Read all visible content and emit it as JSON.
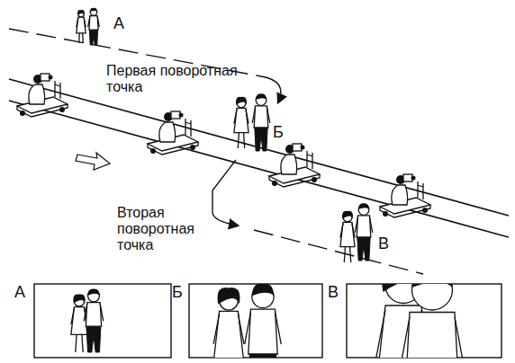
{
  "diagram": {
    "labels": [
      "А",
      "Первая поворотная точка",
      "Б",
      "Вторая поворотная точка",
      "В",
      "А",
      "Б",
      "В"
    ]
  }
}
